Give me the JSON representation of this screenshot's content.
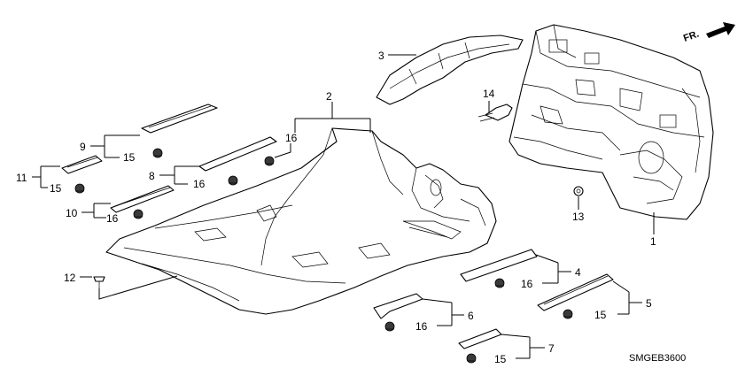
{
  "diagram": {
    "direction_label": "FR.",
    "diagram_code": "SMGEB3600",
    "callouts": {
      "p1": "1",
      "p2": "2",
      "p3": "3",
      "p4": "4",
      "p5": "5",
      "p6": "6",
      "p7": "7",
      "p8": "8",
      "p9": "9",
      "p10": "10",
      "p11": "11",
      "p12": "12",
      "p13": "13",
      "p14": "14",
      "p15a": "15",
      "p15b": "15",
      "p15c": "15",
      "p15d": "15",
      "p16a": "16",
      "p16b": "16",
      "p16c": "16",
      "p16d": "16",
      "p16e": "16"
    }
  }
}
